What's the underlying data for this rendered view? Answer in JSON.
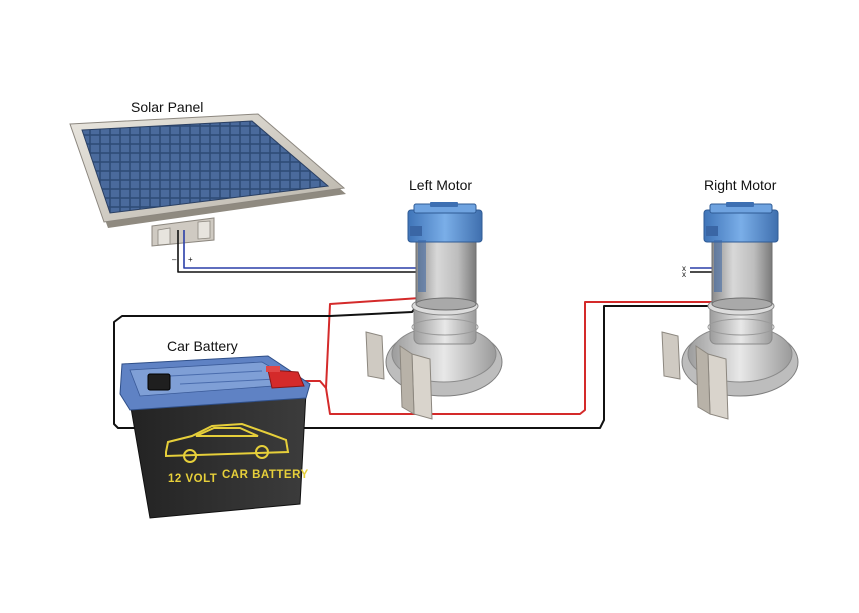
{
  "labels": {
    "solar_panel": "Solar Panel",
    "left_motor": "Left Motor",
    "right_motor": "Right Motor",
    "car_battery": "Car Battery"
  },
  "battery_print": {
    "voltage": "12 VOLT",
    "name": "CAR BATTERY"
  },
  "terminal_marks": {
    "negative": "–",
    "positive": "+",
    "x1": "x",
    "x2": "x"
  },
  "colors": {
    "wire_red": "#d42a2a",
    "wire_black": "#111111",
    "wire_blue": "#2a3fa8",
    "motor_cap": "#5b93d6",
    "battery_body": "#2b2b2b",
    "battery_lid": "#5f82c4",
    "battery_print": "#e6cf3a",
    "solar_cell": "#3a5a8a"
  }
}
